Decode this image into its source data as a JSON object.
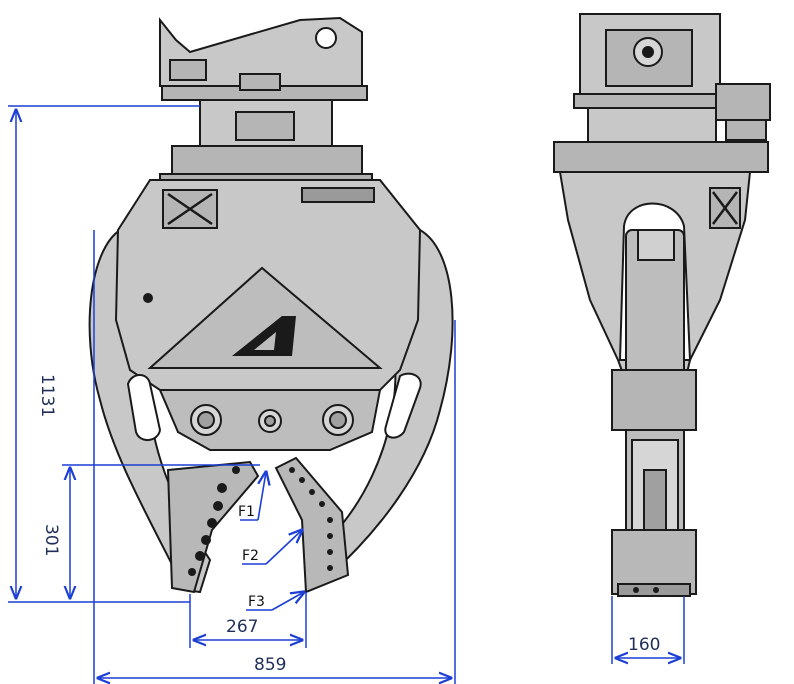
{
  "dimensions": {
    "overall_height": "1131",
    "jaw_depth": "301",
    "jaw_opening": "267",
    "overall_width": "859",
    "side_thickness": "160"
  },
  "force_points": [
    "F1",
    "F2",
    "F3"
  ],
  "colors": {
    "body_fill": "#c8c8c8",
    "body_dark": "#a9a9a9",
    "outline": "#1a1a1a",
    "dimension_line": "#1c3fd6",
    "force_marker": "#1c3fd6"
  }
}
